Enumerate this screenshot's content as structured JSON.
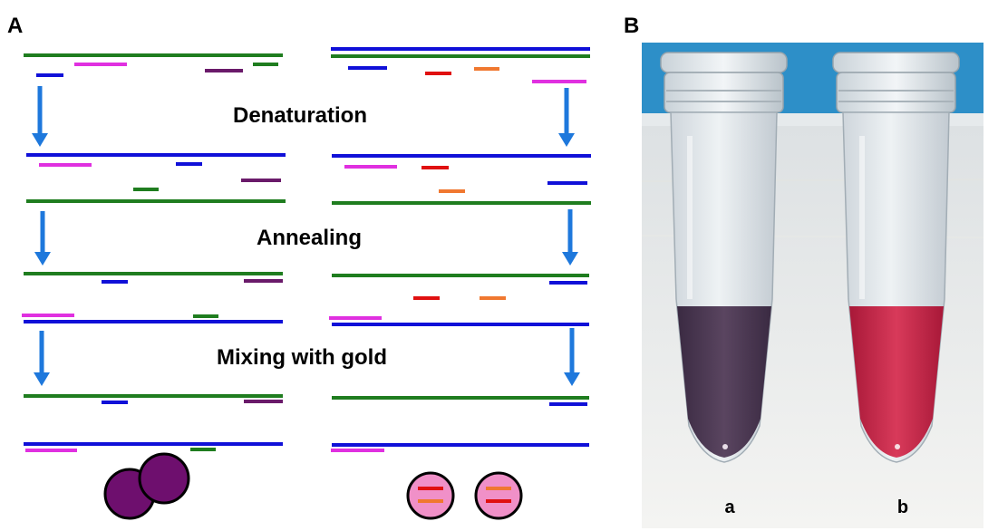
{
  "panel_a": {
    "label": "A",
    "steps": [
      "Denaturation",
      "Annealing",
      "Mixing with gold"
    ]
  },
  "panel_b": {
    "label": "B",
    "tube_a_label": "a",
    "tube_b_label": "b"
  },
  "colors": {
    "green_strand": "#1f7d1f",
    "blue_strand": "#1010d8",
    "magenta_probe": "#e030e0",
    "purple_probe": "#6a1a6a",
    "red_probe": "#e01010",
    "orange_probe": "#f07830",
    "arrow": "#1e78dc",
    "aggregated_gold": "#6e0f6e",
    "dispersed_gold": "#f090c8",
    "tube_a_liquid": "#4a3550",
    "tube_b_liquid": "#c8284a",
    "photo_backdrop_blue": "#2d8fc8"
  },
  "icons": {
    "arrows": "down-arrow-icon",
    "aggregated_particles": "aggregated-gold-nanoparticles",
    "dispersed_particles": "dispersed-gold-nanoparticles"
  }
}
